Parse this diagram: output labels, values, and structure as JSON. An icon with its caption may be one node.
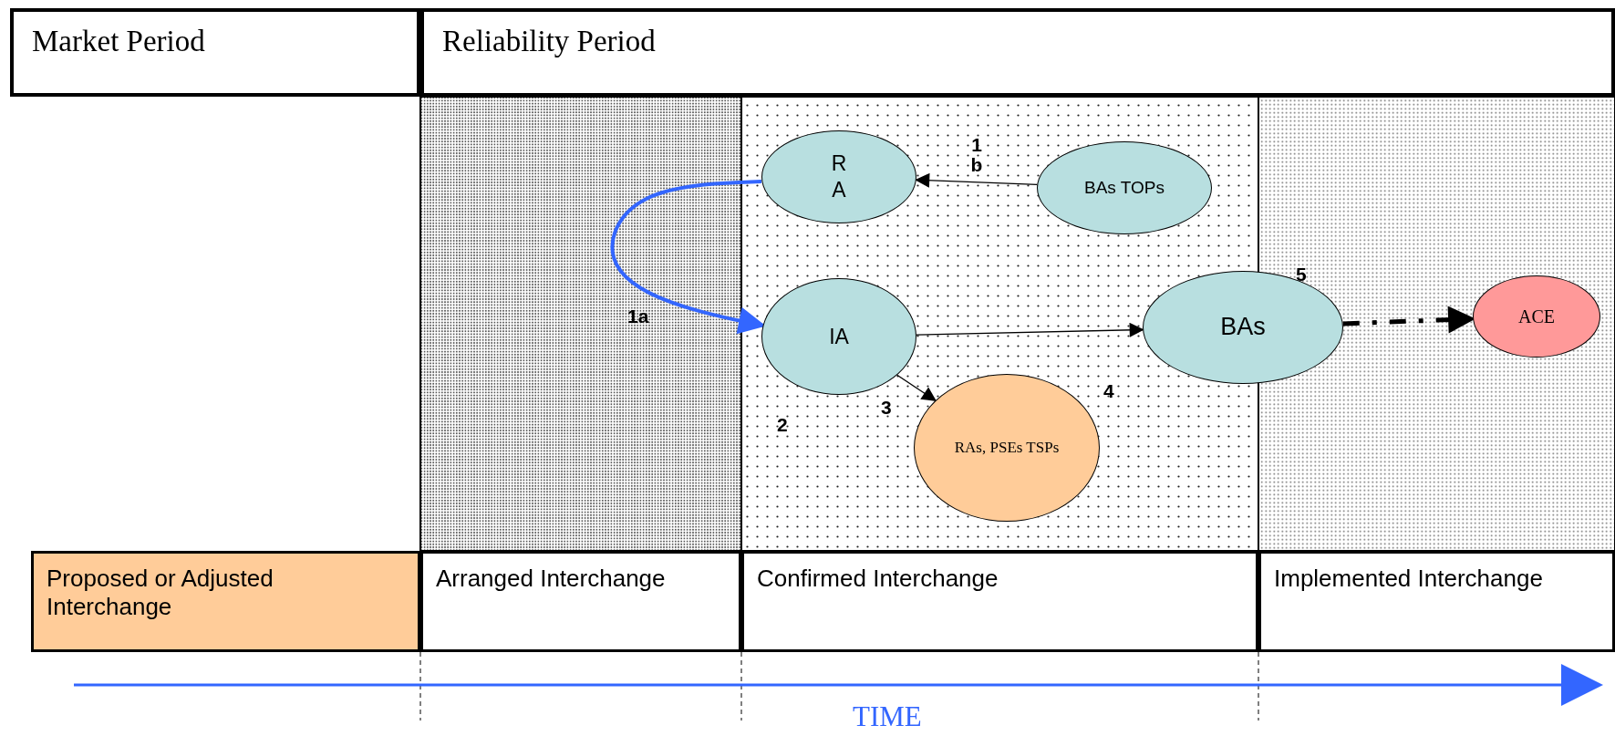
{
  "diagram": {
    "nodes": [
      {
        "text": [
          "Market Period"
        ]
      },
      {
        "text": [
          "Reliability Period"
        ]
      },
      {
        "text": [
          "R A"
        ]
      },
      {
        "text": [
          "BAs TOPs"
        ]
      },
      {
        "text": [
          "IA"
        ]
      },
      {
        "text": [
          "BAs"
        ]
      },
      {
        "text": [
          "ACE"
        ]
      },
      {
        "text": [
          "RAs, PSEs TSPs"
        ]
      },
      {
        "text": [
          "Proposed or Adjusted Interchange"
        ]
      },
      {
        "text": [
          "Arranged Interchange"
        ]
      },
      {
        "text": [
          "Confirmed Interchange"
        ]
      },
      {
        "text": [
          "Implemented Interchange"
        ]
      }
    ],
    "edges": [
      {
        "from": 3,
        "to": 2,
        "arrow": "to",
        "label": "1 b"
      },
      {
        "from": 2,
        "to": 4,
        "arrow": "to",
        "label": "1a",
        "style": "thick",
        "color": "#3366ff"
      },
      {
        "from": 4,
        "to": 5,
        "arrow": "to"
      },
      {
        "from": 4,
        "to": 7,
        "arrow": "to"
      },
      {
        "from": 5,
        "to": 6,
        "arrow": "to",
        "style": "dashed"
      }
    ],
    "labels": [
      "5",
      "2",
      "3",
      "4",
      "TIME"
    ]
  }
}
